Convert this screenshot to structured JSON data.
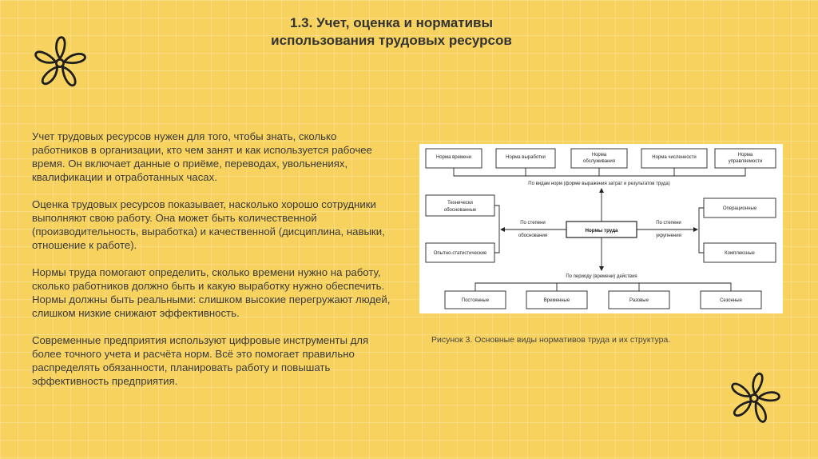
{
  "slide": {
    "title_line1": "1.3. Учет, оценка и нормативы",
    "title_line2": "использования трудовых ресурсов",
    "paragraphs": [
      "Учет трудовых ресурсов нужен для того, чтобы знать, сколько работников в организации, кто чем занят и как используется рабочее время. Он включает данные о приёме, переводах, увольнениях, квалификации и отработанных часах.",
      "Оценка трудовых ресурсов показывает, насколько хорошо сотрудники выполняют свою работу. Она может быть количественной (производительность, выработка) и качественной (дисциплина, навыки, отношение к работе).",
      "Нормы труда помогают определить, сколько времени нужно на работу, сколько работников должно быть и какую выработку нужно обеспечить. Нормы должны быть реальными: слишком высокие перегружают людей, слишком низкие снижают эффективность.",
      "Современные предприятия используют цифровые инструменты для более точного учета и расчёта норм. Всё это помогает правильно распределять обязанности, планировать работу и повышать эффективность предприятия."
    ],
    "caption": "Рисунок 3. Основные виды нормативов труда и их структура."
  },
  "diagram": {
    "top_boxes": [
      {
        "line1": "Норма времени",
        "line2": ""
      },
      {
        "line1": "Норма выработки",
        "line2": ""
      },
      {
        "line1": "Норма",
        "line2": "обслуживания"
      },
      {
        "line1": "Норма численности",
        "line2": ""
      },
      {
        "line1": "Норма",
        "line2": "управляемости"
      }
    ],
    "top_label": "По видам норм (форме выражения затрат и результатов труда)",
    "center": "Нормы труда",
    "left_boxes": [
      {
        "line1": "Технически",
        "line2": "обоснованные"
      },
      {
        "line1": "Опытно-статистические",
        "line2": ""
      }
    ],
    "left_label_line1": "По степени",
    "left_label_line2": "обоснования",
    "right_boxes": [
      {
        "line1": "Операционные",
        "line2": ""
      },
      {
        "line1": "Комплексные",
        "line2": ""
      }
    ],
    "right_label_line1": "По степени",
    "right_label_line2": "укрупнения",
    "bottom_label": "По периоду (времени) действия",
    "bottom_boxes": [
      {
        "line1": "Постоянные",
        "line2": ""
      },
      {
        "line1": "Временные",
        "line2": ""
      },
      {
        "line1": "Разовые",
        "line2": ""
      },
      {
        "line1": "Сезонные",
        "line2": ""
      }
    ]
  }
}
